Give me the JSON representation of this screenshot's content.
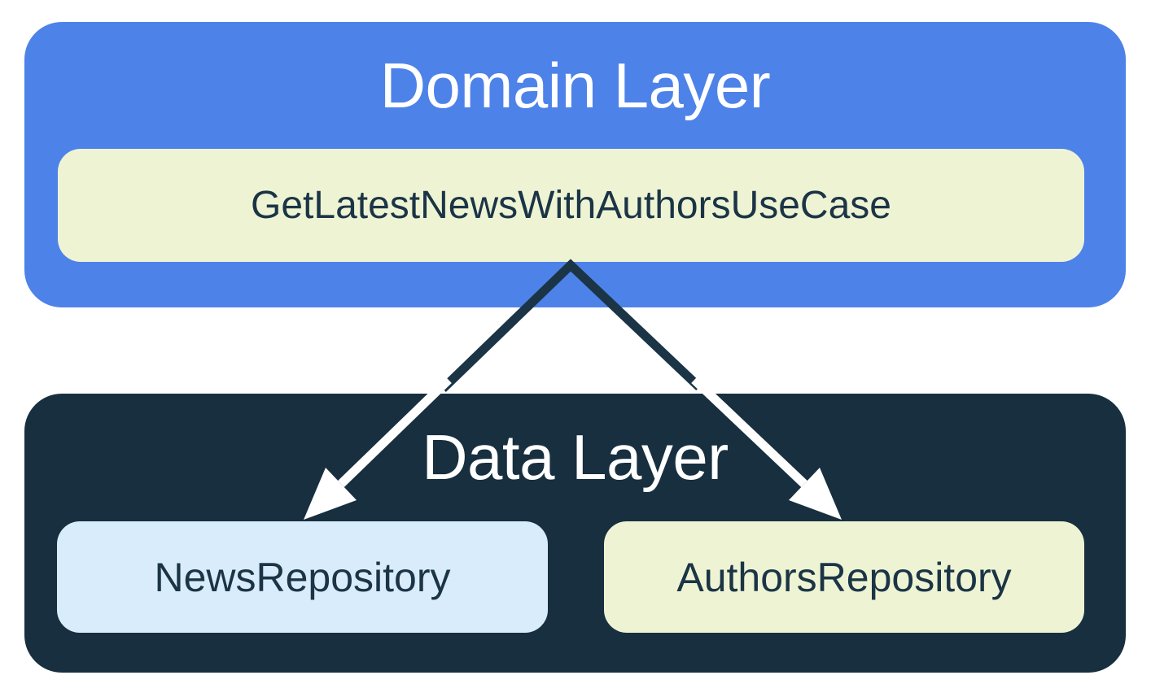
{
  "domain_layer": {
    "title": "Domain Layer",
    "use_case": "GetLatestNewsWithAuthorsUseCase"
  },
  "data_layer": {
    "title": "Data Layer",
    "news_repository": "NewsRepository",
    "authors_repository": "AuthorsRepository"
  },
  "colors": {
    "domain_bg": "#4d82e9",
    "data_bg": "#172f3f",
    "cream_bg": "#eef4d3",
    "lightblue_bg": "#d9ecfc",
    "title_text": "#ffffff",
    "chip_text": "#1b3446",
    "arrow_dark": "#1b3446",
    "arrow_light": "#ffffff"
  }
}
